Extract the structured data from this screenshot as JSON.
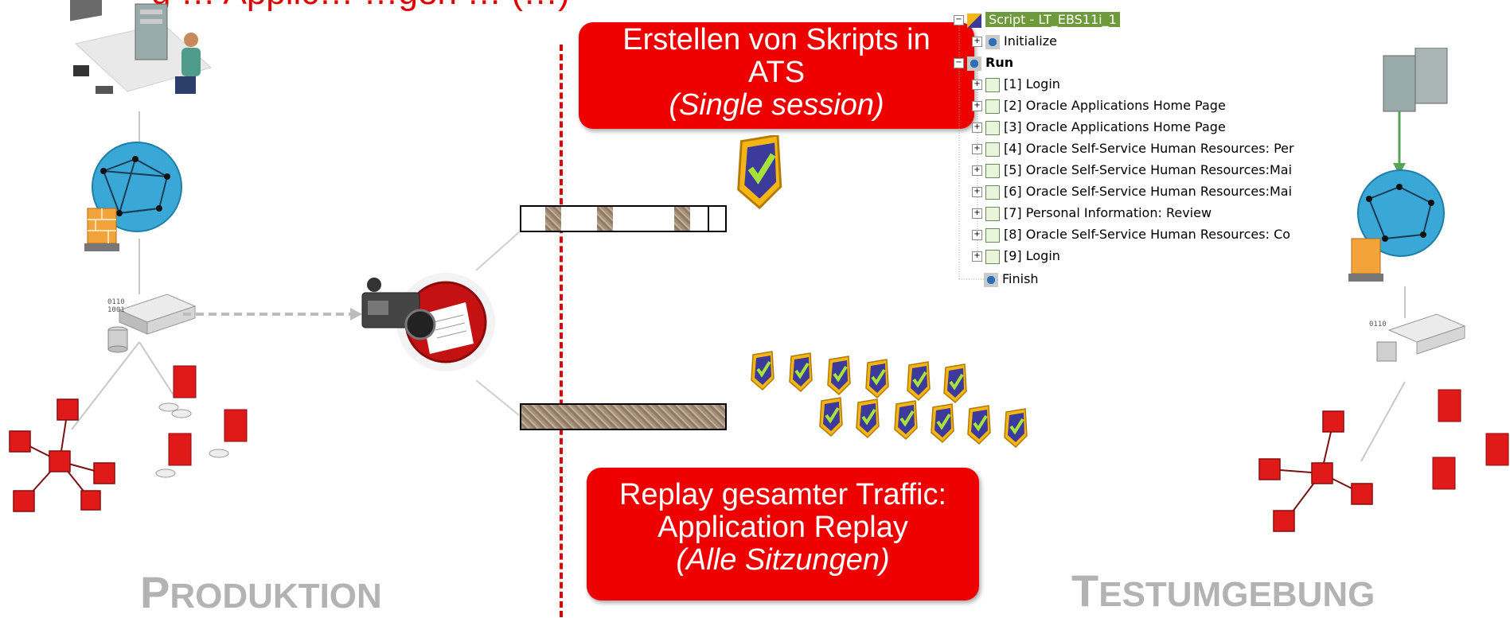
{
  "header": {
    "title_partial": "g … Applic… …gen … (…)"
  },
  "callouts": {
    "top": {
      "line1": "Erstellen von Skripts in",
      "line2": "ATS",
      "italic": "(Single session)"
    },
    "bottom": {
      "line1": "Replay gesamter Traffic:",
      "line2": "Application Replay",
      "italic": "(Alle Sitzungen)"
    }
  },
  "labels": {
    "production": {
      "first": "P",
      "rest": "RODUKTION"
    },
    "test": {
      "first": "T",
      "rest": "ESTUMGEBUNG"
    }
  },
  "script_tree": {
    "root": "Script - LT_EBS11i_1",
    "initialize": "Initialize",
    "run": "Run",
    "steps": [
      "[1] Login",
      "[2] Oracle Applications Home Page",
      "[3] Oracle Applications Home Page",
      "[4] Oracle Self-Service Human Resources: Per",
      "[5] Oracle Self-Service Human Resources:Mai",
      "[6] Oracle Self-Service Human Resources:Mai",
      "[7] Personal Information: Review",
      "[8] Oracle Self-Service Human Resources: Co",
      "[9] Login"
    ],
    "finish": "Finish"
  },
  "colors": {
    "accent_red": "#ee0000",
    "label_gray": "#b3b3b3",
    "tree_selected": "#6f9a3c",
    "divider": "#e00000"
  },
  "icons": [
    "user-workstation-icon",
    "server-icon",
    "globe-icon",
    "firewall-icon",
    "network-switch-icon",
    "database-icon",
    "red-cube-network-icon",
    "video-camera-icon",
    "shield-check-icon",
    "script-tree-icon"
  ]
}
